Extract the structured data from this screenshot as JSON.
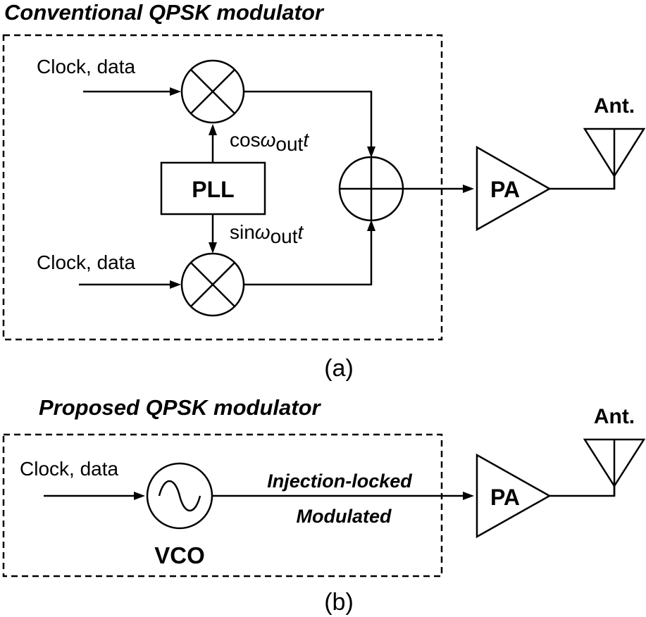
{
  "panel_a": {
    "title": "Conventional QPSK modulator",
    "input_top": "Clock, data",
    "input_bottom": "Clock, data",
    "pll": "PLL",
    "cos_prefix": "cos",
    "omega": "ω",
    "sub": "out",
    "t": "t",
    "sin_prefix": "sin",
    "pa": "PA",
    "ant": "Ant.",
    "caption": "(a)"
  },
  "panel_b": {
    "title": "Proposed QPSK modulator",
    "input": "Clock, data",
    "vco": "VCO",
    "signal_line1": "Injection-locked",
    "signal_line2": "Modulated",
    "pa": "PA",
    "ant": "Ant.",
    "caption": "(b)"
  }
}
